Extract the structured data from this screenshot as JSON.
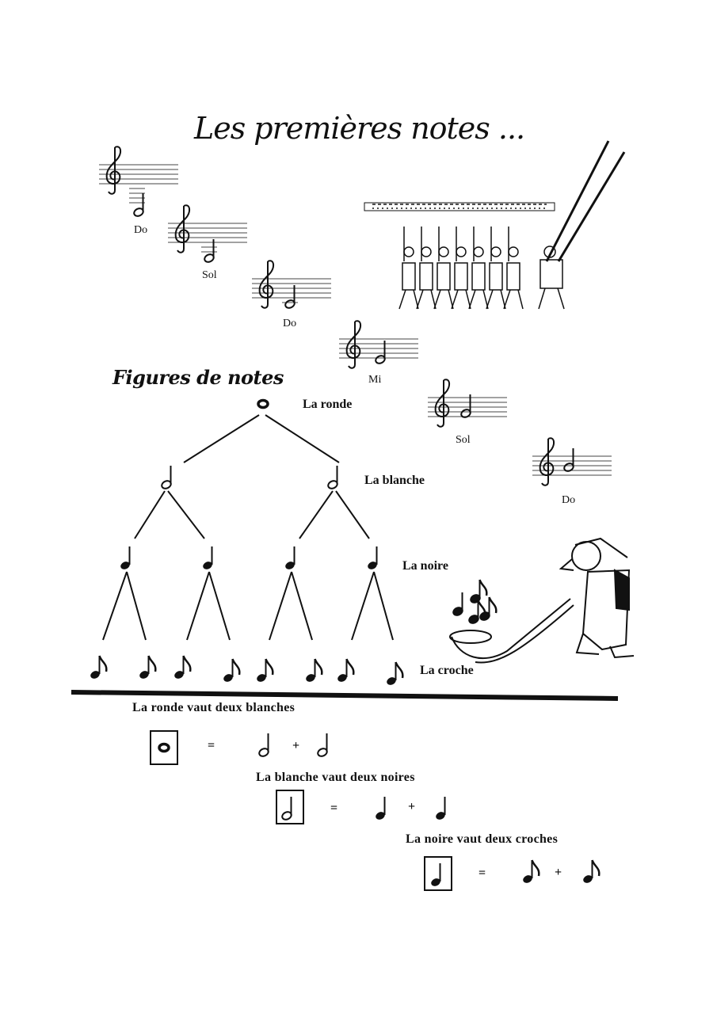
{
  "title": "Les premières notes ...",
  "staves": [
    {
      "note": "Do"
    },
    {
      "note": "Sol"
    },
    {
      "note": "Do"
    },
    {
      "note": "Mi"
    },
    {
      "note": "Sol"
    },
    {
      "note": "Do"
    }
  ],
  "figures_heading": "Figures de notes",
  "tree_labels": {
    "ronde": "La ronde",
    "blanche": "La blanche",
    "noire": "La noire",
    "croche": "La croche"
  },
  "rules": [
    "La ronde vaut deux blanches",
    "La blanche vaut deux noires",
    "La noire vaut deux croches"
  ],
  "symbols": {
    "equals": "=",
    "plus": "+"
  },
  "illustrations": [
    "soldiers-marching-illustration",
    "alphorn-player-illustration"
  ]
}
